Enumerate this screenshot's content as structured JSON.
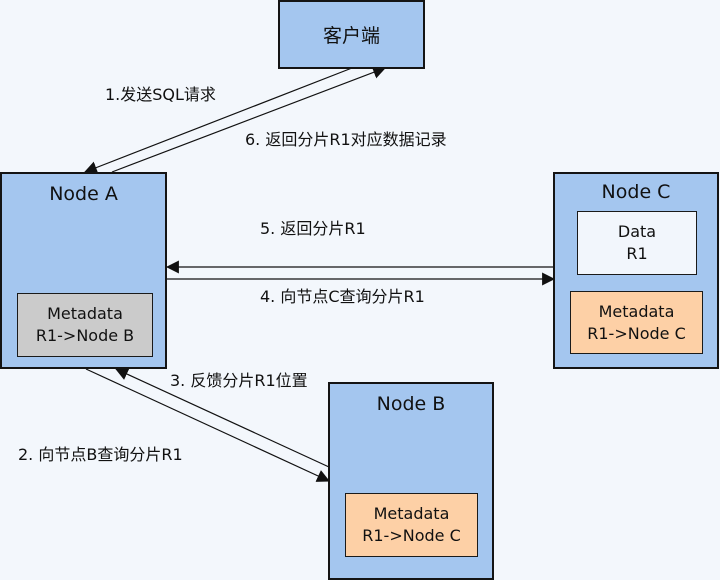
{
  "client": {
    "label": "客户端"
  },
  "nodes": {
    "a": {
      "title": "Node A",
      "metadata": {
        "line1": "Metadata",
        "line2": "R1->Node B"
      }
    },
    "b": {
      "title": "Node B",
      "metadata": {
        "line1": "Metadata",
        "line2": "R1->Node C"
      }
    },
    "c": {
      "title": "Node C",
      "data": {
        "line1": "Data",
        "line2": "R1"
      },
      "metadata": {
        "line1": "Metadata",
        "line2": "R1->Node C"
      }
    }
  },
  "steps": [
    {
      "label": "1.发送SQL请求"
    },
    {
      "label": "2. 向节点B查询分片R1"
    },
    {
      "label": "3. 反馈分片R1位置"
    },
    {
      "label": "4. 向节点C查询分片R1"
    },
    {
      "label": "5. 返回分片R1"
    },
    {
      "label": "6. 返回分片R1对应数据记录"
    }
  ],
  "colors": {
    "node_fill": "#a4c6ef",
    "metadata_gray": "#cbcbcb",
    "metadata_orange": "#fdd0a6",
    "data_fill": "#f2f6fc",
    "background": "#f3f7fc"
  }
}
